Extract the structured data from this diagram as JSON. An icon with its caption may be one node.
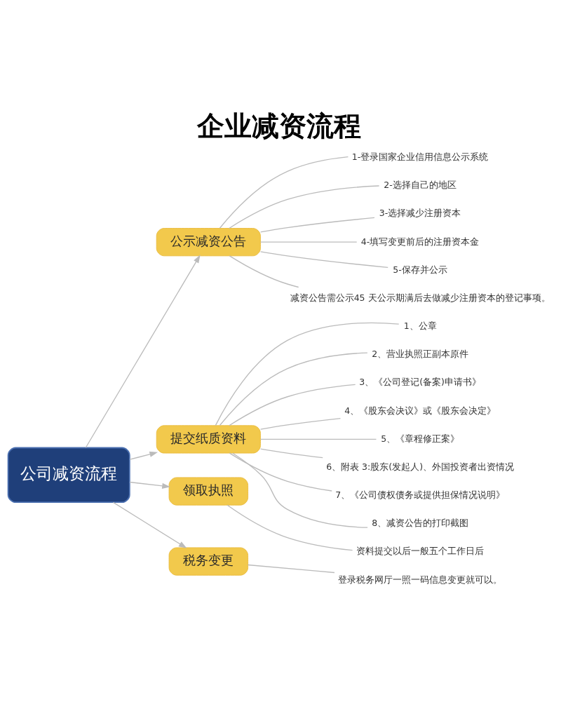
{
  "diagram": {
    "title": "企业减资流程",
    "nodes": [
      {
        "text": [
          "公司减资流程"
        ]
      },
      {
        "text": [
          "公示减资公告"
        ]
      },
      {
        "text": [
          "1-登录国家企业信用信息公示系统"
        ]
      },
      {
        "text": [
          "2-选择自己的地区"
        ]
      },
      {
        "text": [
          "3-选择减少注册资本"
        ]
      },
      {
        "text": [
          "4-填写变更前后的注册资本金"
        ]
      },
      {
        "text": [
          "5-保存并公示"
        ]
      },
      {
        "text": [
          "减资公告需公示45 天公示期满后去做减少注册资本的登记事项。"
        ]
      },
      {
        "text": [
          "提交纸质资料"
        ]
      },
      {
        "text": [
          "1、公章"
        ]
      },
      {
        "text": [
          "2、营业执照正副本原件"
        ]
      },
      {
        "text": [
          "3、《公司登记(备案)申请书》"
        ]
      },
      {
        "text": [
          "4、《股东会决议》或《股东会决定》"
        ]
      },
      {
        "text": [
          "5、《章程修正案》"
        ]
      },
      {
        "text": [
          "6、附表 3:股东(发起人)、外国投资者出资情况"
        ]
      },
      {
        "text": [
          "7、《公司债权债务或提供担保情况说明》"
        ]
      },
      {
        "text": [
          "8、减资公告的打印截图"
        ]
      },
      {
        "text": [
          "领取执照"
        ]
      },
      {
        "text": [
          "资料提交以后一般五个工作日后"
        ]
      },
      {
        "text": [
          "税务变更"
        ]
      },
      {
        "text": [
          "登录税务网厅一照一码信息变更就可以。"
        ]
      }
    ],
    "edges": [
      {
        "from": 0,
        "to": 1,
        "arrow": "to"
      },
      {
        "from": 0,
        "to": 8,
        "arrow": "to"
      },
      {
        "from": 0,
        "to": 17,
        "arrow": "to"
      },
      {
        "from": 0,
        "to": 19,
        "arrow": "to"
      },
      {
        "from": 1,
        "to": 2,
        "arrow": "none"
      },
      {
        "from": 1,
        "to": 3,
        "arrow": "none"
      },
      {
        "from": 1,
        "to": 4,
        "arrow": "none"
      },
      {
        "from": 1,
        "to": 5,
        "arrow": "none"
      },
      {
        "from": 1,
        "to": 6,
        "arrow": "none"
      },
      {
        "from": 1,
        "to": 7,
        "arrow": "none"
      },
      {
        "from": 8,
        "to": 9,
        "arrow": "none"
      },
      {
        "from": 8,
        "to": 10,
        "arrow": "none"
      },
      {
        "from": 8,
        "to": 11,
        "arrow": "none"
      },
      {
        "from": 8,
        "to": 12,
        "arrow": "none"
      },
      {
        "from": 8,
        "to": 13,
        "arrow": "none"
      },
      {
        "from": 8,
        "to": 14,
        "arrow": "none"
      },
      {
        "from": 8,
        "to": 15,
        "arrow": "none"
      },
      {
        "from": 8,
        "to": 16,
        "arrow": "none"
      },
      {
        "from": 17,
        "to": 18,
        "arrow": "none"
      },
      {
        "from": 19,
        "to": 20,
        "arrow": "none"
      }
    ]
  }
}
